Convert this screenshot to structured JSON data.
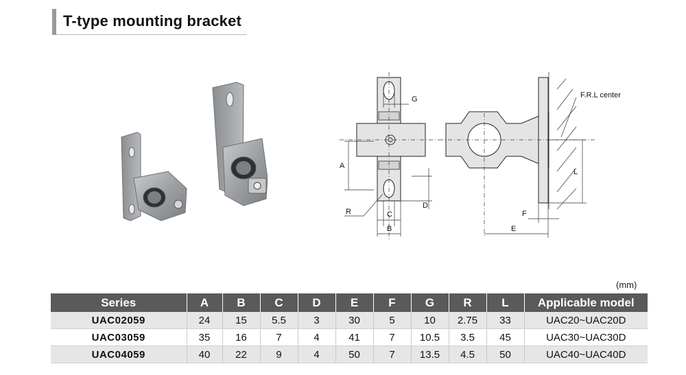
{
  "title": "T-type mounting bracket",
  "unit_label": "(mm)",
  "drawing_labels": {
    "A": "A",
    "B": "B",
    "C": "C",
    "D": "D",
    "E": "E",
    "F": "F",
    "G": "G",
    "L": "L",
    "R": "R",
    "frl_center": "F.R.L center"
  },
  "table": {
    "headers": [
      "Series",
      "A",
      "B",
      "C",
      "D",
      "E",
      "F",
      "G",
      "R",
      "L",
      "Applicable model"
    ],
    "rows": [
      [
        "UAC02059",
        "24",
        "15",
        "5.5",
        "3",
        "30",
        "5",
        "10",
        "2.75",
        "33",
        "UAC20~UAC20D"
      ],
      [
        "UAC03059",
        "35",
        "16",
        "7",
        "4",
        "41",
        "7",
        "10.5",
        "3.5",
        "45",
        "UAC30~UAC30D"
      ],
      [
        "UAC04059",
        "40",
        "22",
        "9",
        "4",
        "50",
        "7",
        "13.5",
        "4.5",
        "50",
        "UAC40~UAC40D"
      ]
    ]
  },
  "colors": {
    "header_bg": "#5a5a5a",
    "row_alt_bg": "#e6e6e6",
    "title_accent": "#9a9a9a"
  }
}
